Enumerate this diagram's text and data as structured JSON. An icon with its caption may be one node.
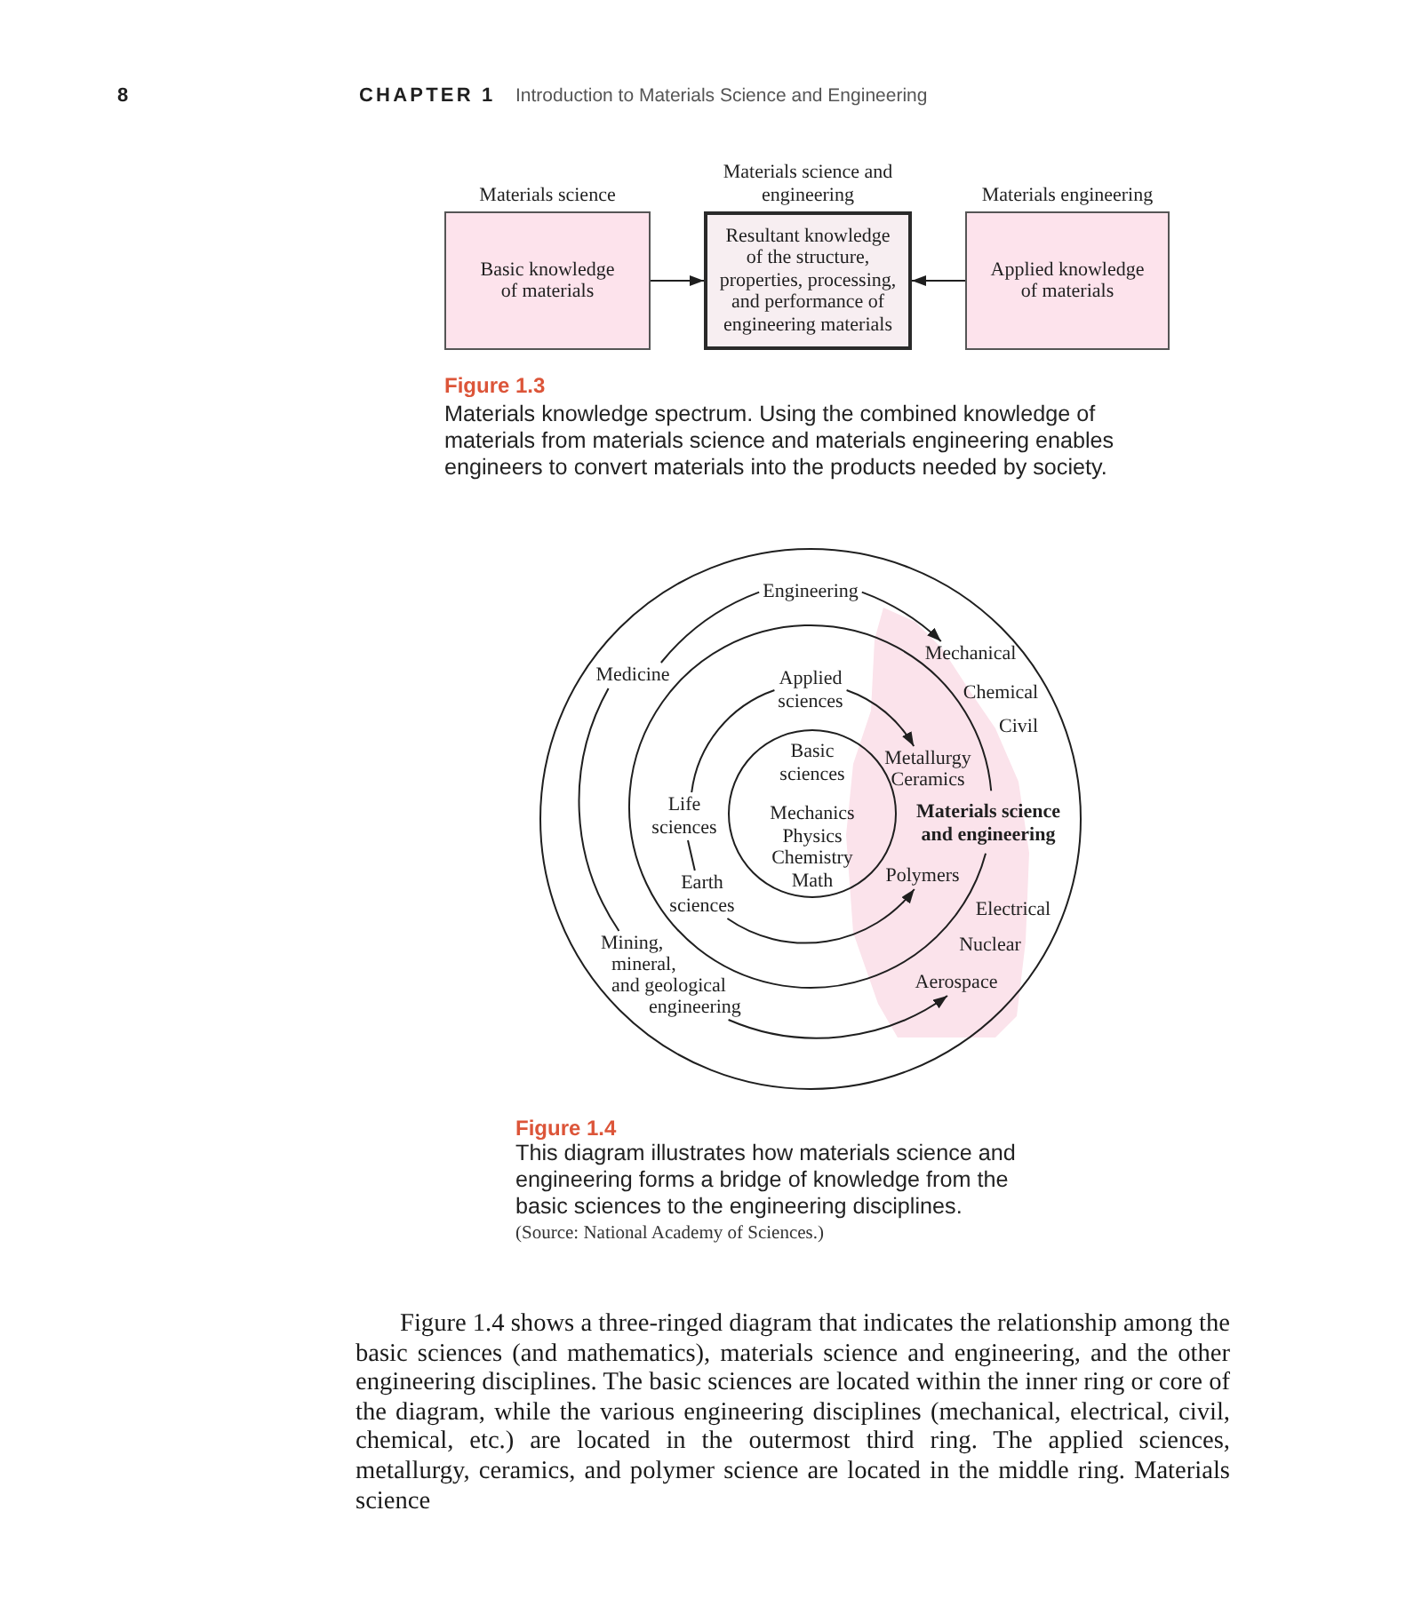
{
  "diagram": {
    "nodes": [
      {
        "text": [
          "Materials science",
          "Basic knowledge of materials"
        ]
      },
      {
        "text": [
          "Materials science and engineering",
          "Resultant knowledge of the structure, properties, processing, and performance of engineering materials"
        ]
      },
      {
        "text": [
          "Materials engineering",
          "Applied knowledge of materials"
        ]
      },
      {
        "text": [],
        "shape": "circle"
      },
      {
        "text": [
          "Engineering"
        ],
        "in": 3
      },
      {
        "text": [
          "Mechanical"
        ],
        "in": 3
      },
      {
        "text": [
          "Medicine"
        ],
        "in": 3
      },
      {
        "text": [
          "Chemical"
        ],
        "in": 3
      },
      {
        "text": [],
        "shape": "circle",
        "in": 3
      },
      {
        "text": [
          "Applied sciences"
        ],
        "in": 8
      },
      {
        "text": [
          "Civil"
        ],
        "in": 3
      },
      {
        "text": [
          "Metallurgy"
        ]
      },
      {
        "text": [
          "Ceramics"
        ]
      },
      {
        "text": [
          "Basic sciences",
          "Mechanics",
          "Physics",
          "Chemistry",
          "Math"
        ],
        "in": 8
      },
      {
        "text": [
          "Life sciences"
        ],
        "in": 8
      },
      {
        "text": [
          "Materials science and engineering"
        ],
        "in": 3
      },
      {
        "text": [
          "Earth sciences"
        ],
        "in": 8
      },
      {
        "text": [
          "Polymers"
        ]
      },
      {
        "text": [
          "Electrical"
        ],
        "in": 3
      },
      {
        "text": [
          "Mining, mineral, and geological engineering"
        ],
        "in": 3
      },
      {
        "text": [
          "Nuclear"
        ],
        "in": 15
      },
      {
        "text": [
          "Aerospace"
        ],
        "in": 15
      }
    ],
    "edges": [
      {
        "from": 0,
        "to": 1,
        "arrow": "to"
      },
      {
        "from": 2,
        "to": 1,
        "arrow": "to"
      },
      {
        "from": 4,
        "to": 5,
        "arrow": "to"
      },
      {
        "from": 4,
        "to": 6,
        "arrow": "none"
      },
      {
        "from": 6,
        "to": 19,
        "arrow": "none"
      },
      {
        "from": 19,
        "to": 21,
        "arrow": "to"
      },
      {
        "from": 9,
        "to": 11,
        "arrow": "to"
      },
      {
        "from": 9,
        "to": 14,
        "arrow": "none"
      },
      {
        "from": 14,
        "to": 16,
        "arrow": "none"
      },
      {
        "from": 16,
        "to": 17,
        "arrow": "to"
      }
    ],
    "labels": [
      "8",
      "CHAPTER 1",
      "Introduction to Materials Science and Engineering",
      "Figure 1.3",
      "Materials knowledge spectrum. Using the combined knowledge of materials from materials science and materials engineering enables engineers to convert materials into the products needed by society.",
      "Figure 1.4",
      "This diagram illustrates how materials science and engineering forms a bridge of knowledge from the basic sciences to the engineering disciplines.",
      "(Source: National Academy of Sciences.)",
      "Figure 1.4 shows a three-ringed diagram that indicates the relationship among the basic sciences (and mathematics), materials science and engineering, and the other engineering disciplines. The basic sciences are located within the inner ring or core of the diagram, while the various engineering disciplines (mechanical, electrical, civil, chemical, etc.) are located in the outermost third ring. The applied sciences, metallurgy, ceramics, and polymer science are located in the middle ring. Materials science"
    ]
  }
}
